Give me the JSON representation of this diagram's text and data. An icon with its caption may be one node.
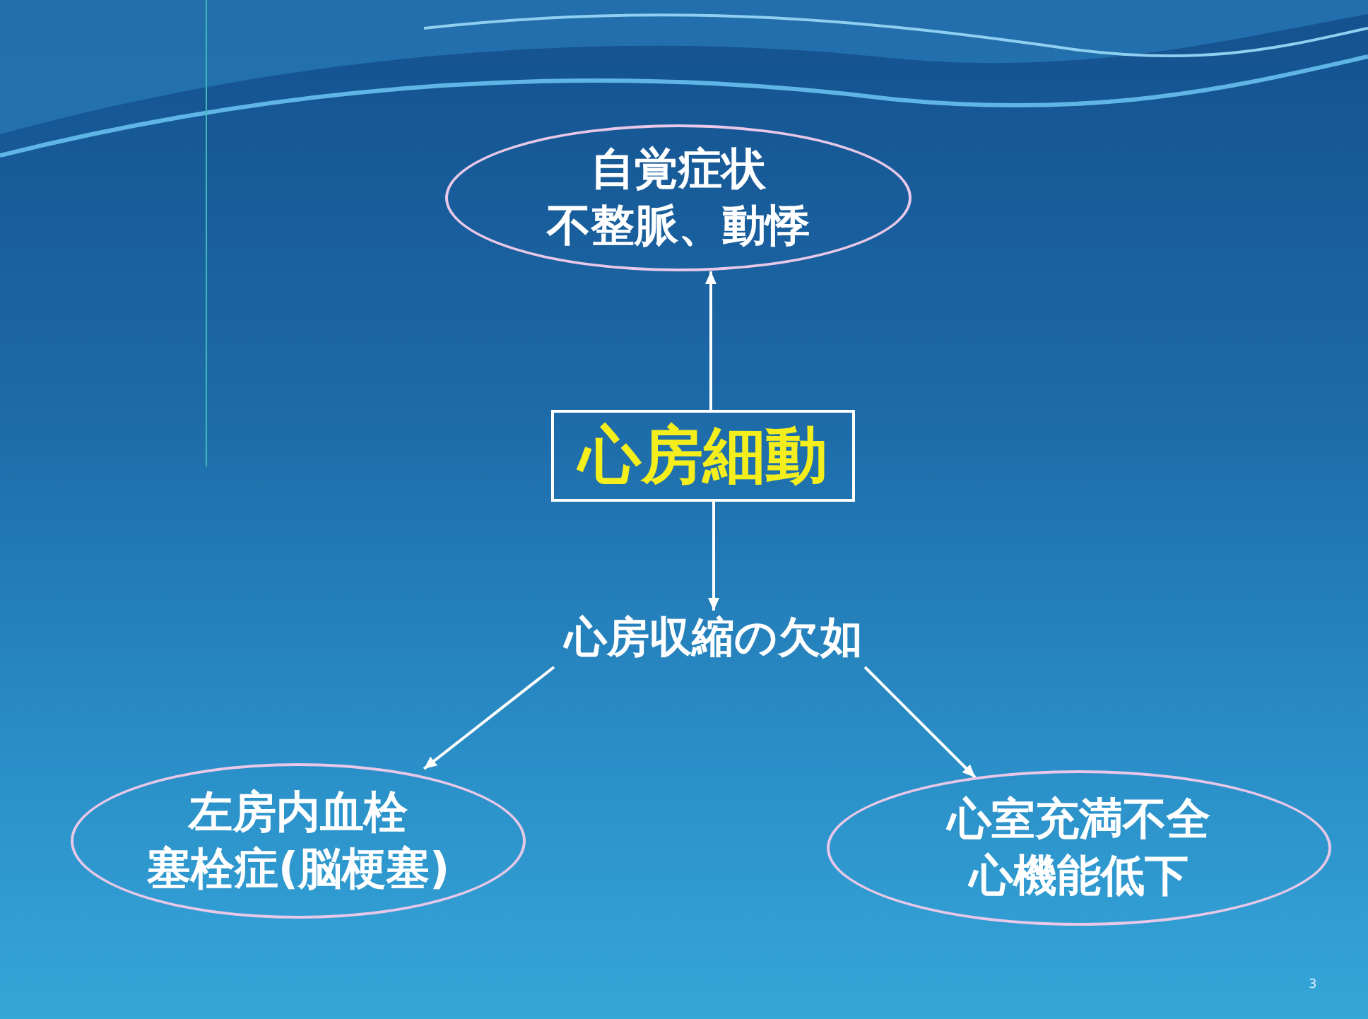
{
  "diagram": {
    "nodes": [
      {
        "text": [
          "自覚症状",
          "不整脈、動悸"
        ]
      },
      {
        "text": [
          "心房細動"
        ]
      },
      {
        "text": [
          "心房収縮の欠如"
        ]
      },
      {
        "text": [
          "左房内血栓",
          "塞栓症(脳梗塞)"
        ]
      },
      {
        "text": [
          "心室充満不全",
          "心機能低下"
        ]
      }
    ],
    "edges": [
      {
        "from": 1,
        "to": 0,
        "arrow": "to"
      },
      {
        "from": 1,
        "to": 2,
        "arrow": "to"
      },
      {
        "from": 2,
        "to": 3,
        "arrow": "to"
      },
      {
        "from": 2,
        "to": 4,
        "arrow": "to"
      }
    ],
    "labels": [
      "3"
    ]
  }
}
